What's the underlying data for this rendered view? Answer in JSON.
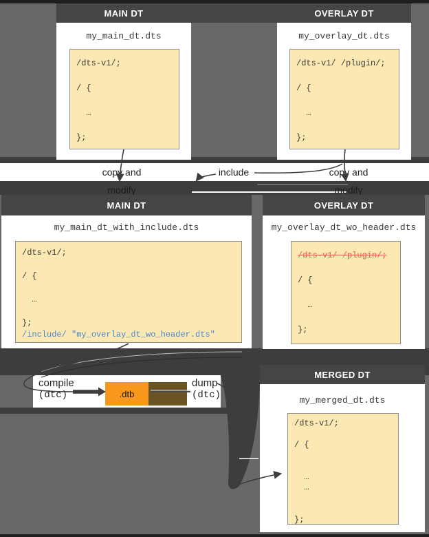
{
  "colors": {
    "background": "#686868",
    "header_bar": "#454545",
    "code_bg": "#FCE8B2",
    "dtb_orange": "#F7981D",
    "brown_block": "#6A5423",
    "include_blue": "#4A86C8",
    "strike_red": "#DD5B4F",
    "arrow": "#3d3d3d"
  },
  "top_row": {
    "main": {
      "header": "MAIN DT",
      "filename": "my_main_dt.dts",
      "code": [
        {
          "text": "/dts-v1/;"
        },
        {
          "text": ""
        },
        {
          "text": "/ {"
        },
        {
          "text": ""
        },
        {
          "text": "  …"
        },
        {
          "text": ""
        },
        {
          "text": "};"
        }
      ]
    },
    "overlay": {
      "header": "OVERLAY DT",
      "filename": "my_overlay_dt.dts",
      "code": [
        {
          "text": "/dts-v1/ /plugin/;"
        },
        {
          "text": ""
        },
        {
          "text": "/ {"
        },
        {
          "text": ""
        },
        {
          "text": "  …"
        },
        {
          "text": ""
        },
        {
          "text": "};"
        }
      ]
    }
  },
  "flow_labels": {
    "copy_left": "copy and modify",
    "include": "include",
    "copy_right": "copy and modify"
  },
  "middle_row": {
    "main": {
      "header": "MAIN DT",
      "filename": "my_main_dt_with_include.dts",
      "code": [
        {
          "text": "/dts-v1/;"
        },
        {
          "text": ""
        },
        {
          "text": "/ {"
        },
        {
          "text": ""
        },
        {
          "text": "  …"
        },
        {
          "text": ""
        },
        {
          "text": "};"
        },
        {
          "text": "/include/ \"my_overlay_dt_wo_header.dts\"",
          "cls": "code-blue"
        }
      ]
    },
    "overlay": {
      "header": "OVERLAY DT",
      "filename": "my_overlay_dt_wo_header.dts",
      "code": [
        {
          "text": "/dts-v1/ /plugin/;",
          "cls": "code-strike"
        },
        {
          "text": ""
        },
        {
          "text": "/ {"
        },
        {
          "text": ""
        },
        {
          "text": "  …"
        },
        {
          "text": ""
        },
        {
          "text": "};"
        }
      ]
    }
  },
  "pipeline": {
    "compile_label": "compile",
    "compile_tool": "(dtc)",
    "dtb_label": ".dtb",
    "dump_label": "dump",
    "dump_tool": "(dtc)"
  },
  "merged": {
    "header": "MERGED DT",
    "filename": "my_merged_dt.dts",
    "code": [
      {
        "text": "/dts-v1/;"
      },
      {
        "text": ""
      },
      {
        "text": "/ {"
      },
      {
        "text": ""
      },
      {
        "text": ""
      },
      {
        "text": "  …"
      },
      {
        "text": "  …"
      },
      {
        "text": ""
      },
      {
        "text": ""
      },
      {
        "text": "};"
      }
    ]
  }
}
